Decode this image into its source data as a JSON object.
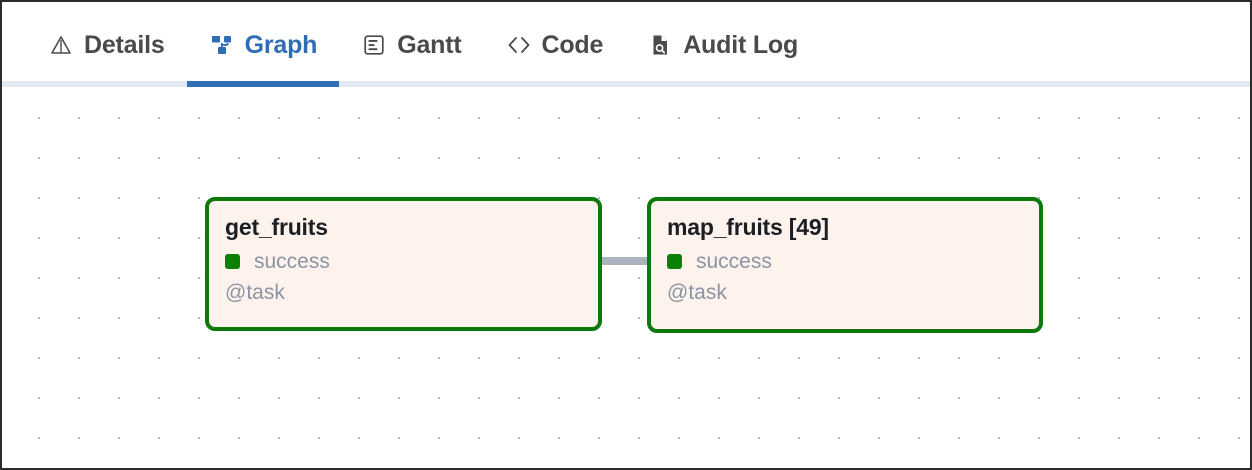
{
  "tabs": [
    {
      "id": "details",
      "label": "Details",
      "icon": "triangle-outline-icon",
      "active": false
    },
    {
      "id": "graph",
      "label": "Graph",
      "icon": "sitemap-icon",
      "active": true
    },
    {
      "id": "gantt",
      "label": "Gantt",
      "icon": "gantt-bars-icon",
      "active": false
    },
    {
      "id": "code",
      "label": "Code",
      "icon": "angle-brackets-icon",
      "active": false
    },
    {
      "id": "audit-log",
      "label": "Audit Log",
      "icon": "document-search-icon",
      "active": false
    }
  ],
  "graph": {
    "nodes": [
      {
        "id": "get_fruits",
        "title": "get_fruits",
        "status": "success",
        "type": "@task",
        "status_color": "#0a8000",
        "border_color": "#0b7a0b",
        "fill_color": "#fdf2ec"
      },
      {
        "id": "map_fruits",
        "title": "map_fruits [49]",
        "status": "success",
        "type": "@task",
        "status_color": "#0a8000",
        "border_color": "#0b7a0b",
        "fill_color": "#fdf2ec"
      }
    ],
    "edges": [
      {
        "from": "get_fruits",
        "to": "map_fruits",
        "color": "#a9b4bf"
      }
    ]
  },
  "theme": {
    "accent": "#2f6db5",
    "tab_inactive": "#4a4a4a",
    "tab_divider": "#e4eaf2",
    "grid_dot": "#b9bdc2",
    "muted_text": "#8b94a4"
  }
}
